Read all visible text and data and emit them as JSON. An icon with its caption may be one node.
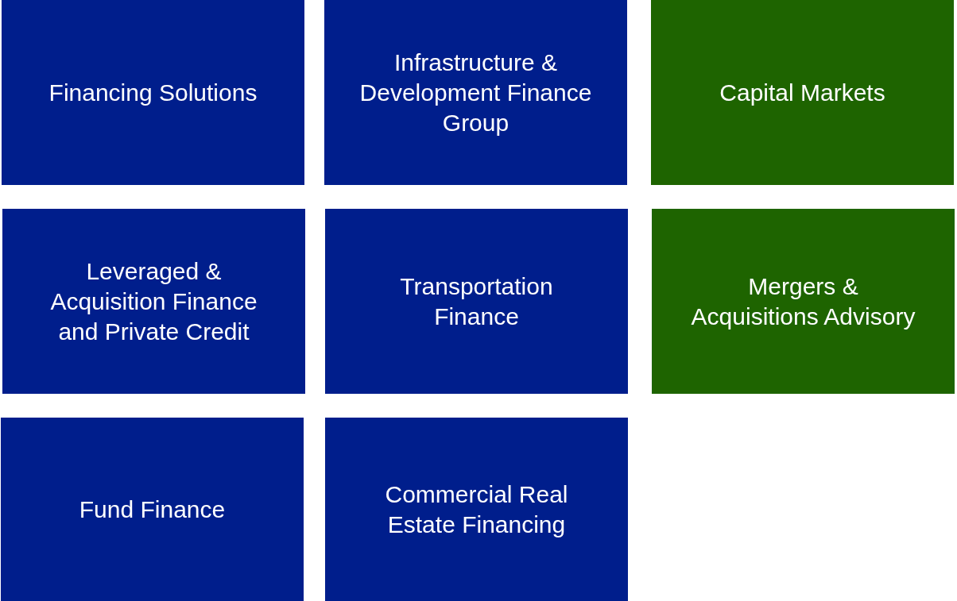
{
  "diagram": {
    "nodes": [
      {
        "text": [
          "Financing Solutions"
        ]
      },
      {
        "text": [
          "Infrastructure & Development Finance Group"
        ]
      },
      {
        "text": [
          "Capital Markets"
        ]
      },
      {
        "text": [
          "Leveraged & Acquisition Finance and Private Credit"
        ]
      },
      {
        "text": [
          "Transportation Finance"
        ]
      },
      {
        "text": [
          "Mergers & Acquisitions Advisory"
        ]
      },
      {
        "text": [
          "Fund Finance"
        ]
      },
      {
        "text": [
          "Commercial Real Estate Financing"
        ]
      }
    ]
  }
}
